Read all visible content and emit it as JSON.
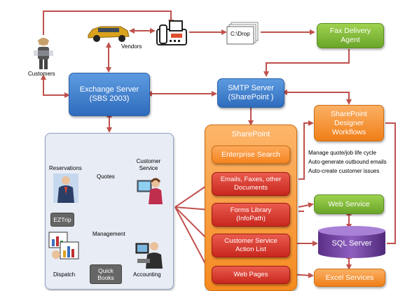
{
  "nodes": {
    "customers": "Customers",
    "vendors": "Vendors",
    "drop_folder": "C:\\Drop",
    "fax_delivery_agent": "Fax Delivery Agent",
    "exchange_server": "Exchange Server (SBS 2003)",
    "smtp_server": "SMTP Server (SharePoint )",
    "sharepoint_designer_workflows": "SharePoint Designer Workflows",
    "web_service": "Web Service",
    "sql_server": "SQL Server",
    "excel_services": "Excel Services"
  },
  "sharepoint": {
    "title": "SharePoint",
    "items": [
      "Enterprise Search",
      "Emails, Faxes, other Documents",
      "Forms Library (InfoPath)",
      "Customer Service Action List",
      "Web Pages"
    ]
  },
  "workflow_notes": [
    "Manage quote/job life cycle",
    "Auto-generate outbound emails",
    "Auto-create customer issues"
  ],
  "business_panel": {
    "reservations": "Reservations",
    "quotes": "Quotes",
    "customer_service": "Customer Service",
    "eztrip": "EZTrip",
    "management": "Management",
    "dispatch": "Dispatch",
    "quickbooks": "Quick Books",
    "accounting": "Accounting"
  },
  "colors": {
    "connector": "#c0504d",
    "blue": "#2f6cbd",
    "green": "#6aa52a",
    "orange": "#f07f17",
    "red": "#c8271d",
    "panel": "#e8ecf4"
  },
  "icons": [
    "customer-person-icon",
    "limousine-icon",
    "fax-machine-icon",
    "documents-icon",
    "businessman-icon",
    "call-center-agent-icon",
    "dispatch-charts-icon",
    "accountant-icon"
  ]
}
